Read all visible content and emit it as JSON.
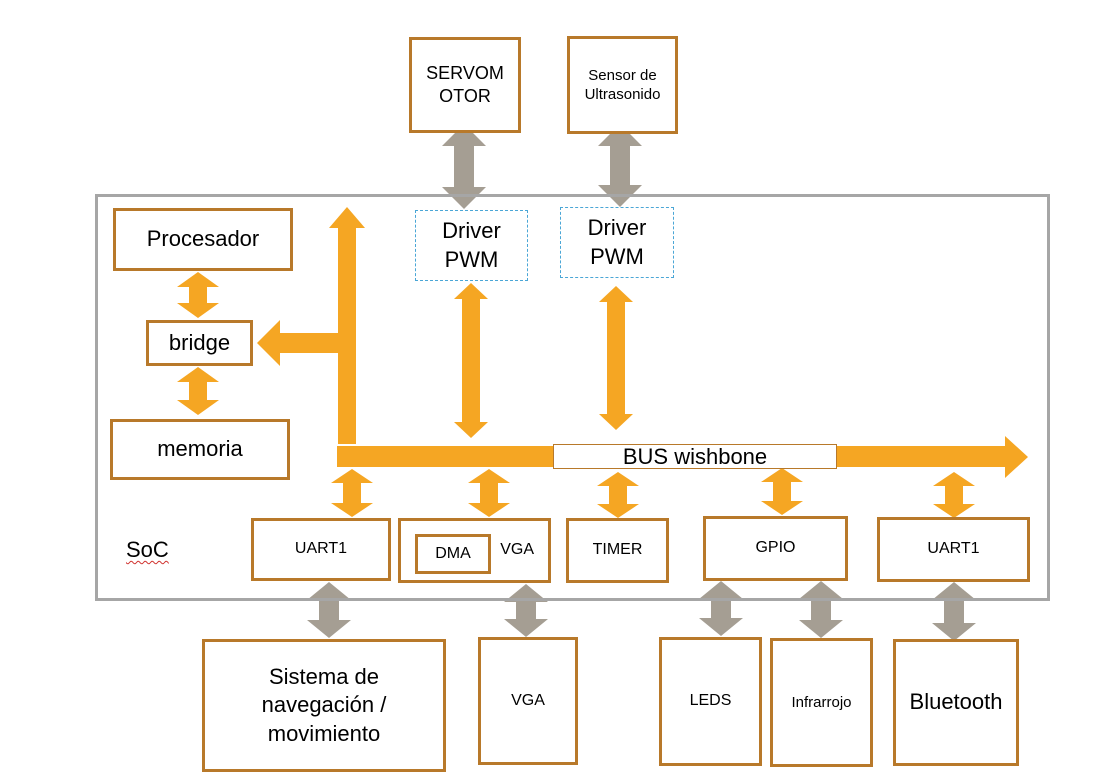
{
  "colors": {
    "bus_arrow": "#f5a623",
    "external_arrow": "#a59e93",
    "block_border": "#b8792a",
    "soc_border": "#a6a6a6",
    "driver_border": "#4aa6d6"
  },
  "soc": {
    "label": "SoC"
  },
  "bus": {
    "label": "BUS wishbone"
  },
  "blocks": {
    "procesador": "Procesador",
    "bridge": "bridge",
    "memoria": "memoria",
    "driver_pwm_1": "Driver\nPWM",
    "driver_pwm_2": "Driver\nPWM",
    "uart1_left": "UART1",
    "dma": "DMA",
    "vga_internal": "VGA",
    "timer": "TIMER",
    "gpio": "GPIO",
    "uart1_right": "UART1"
  },
  "external": {
    "servomotor": "SERVOM\nOTOR",
    "sensor": "Sensor de\nUltrasonido",
    "navegacion": "Sistema de\nnavegación /\nmovimiento",
    "vga": "VGA",
    "leds": "LEDS",
    "infrarrojo": "Infrarrojo",
    "bluetooth": "Bluetooth"
  }
}
